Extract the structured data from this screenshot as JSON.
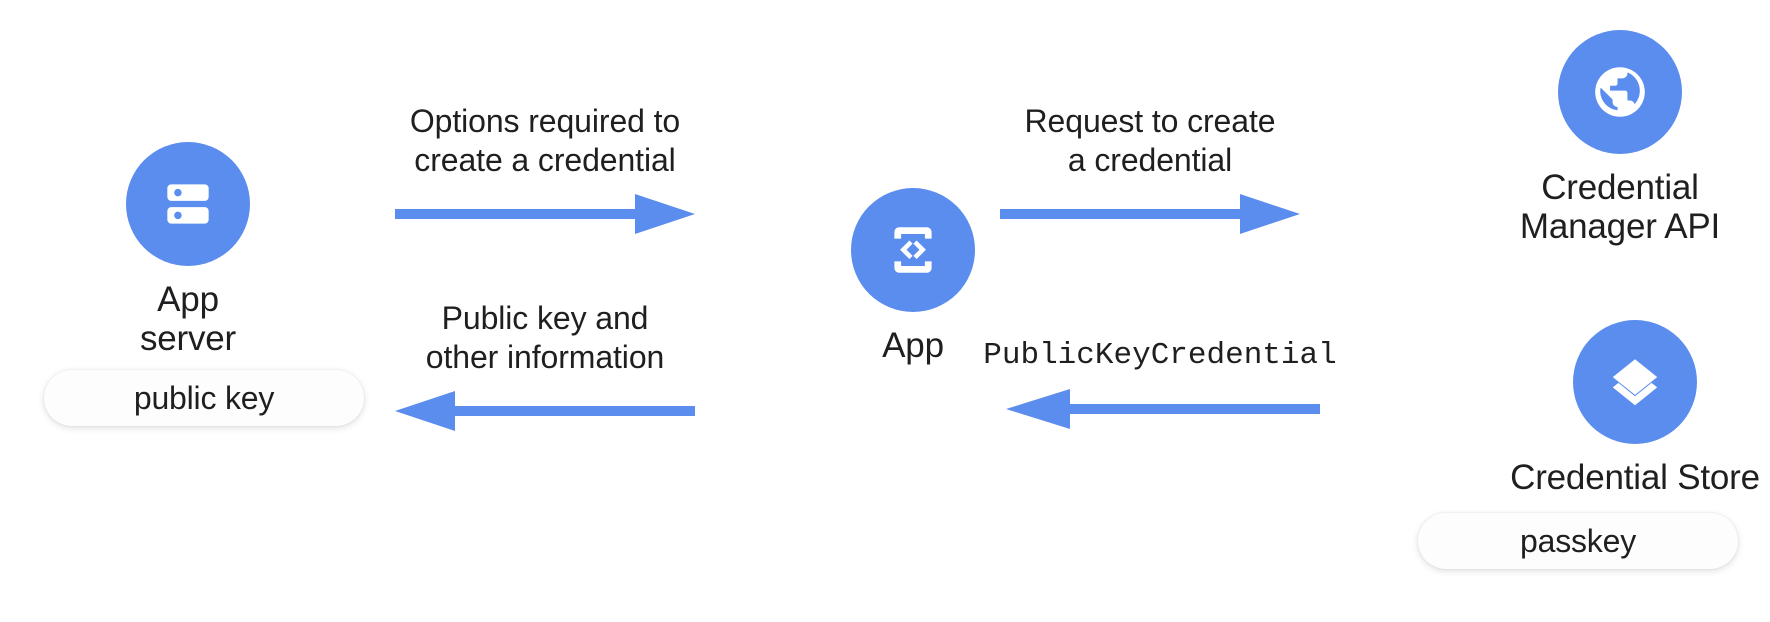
{
  "diagram": {
    "title": "Passkey creation flow: App server, App, Credential Manager API, Credential Store",
    "background": "#ffffff",
    "accent_color": "#5b8def",
    "text_color": "#1f1f21",
    "chip_color": "#fdfdfd"
  },
  "nodes": [
    {
      "id": "app-server",
      "label": "App server",
      "icon": "server-icon",
      "chip": {
        "label": "public key",
        "name": "public-key-chip"
      }
    },
    {
      "id": "app",
      "label": "App",
      "icon": "mobile-code-icon",
      "chip": null
    },
    {
      "id": "credential-manager-api",
      "label": "Credential\nManager API",
      "icon": "globe-icon",
      "chip": null
    },
    {
      "id": "credential-store",
      "label": "Credential Store",
      "icon": "layers-icon",
      "chip": {
        "label": "passkey",
        "name": "passkey-chip"
      }
    }
  ],
  "flows": [
    {
      "id": "options-required",
      "label": "Options required to\ncreate a credential",
      "direction": "right",
      "from": "app-server",
      "to": "app",
      "mono": false
    },
    {
      "id": "public-key-and-other-information",
      "label": "Public key and\nother information",
      "direction": "left",
      "from": "app",
      "to": "app-server",
      "mono": false
    },
    {
      "id": "request-to-create",
      "label": "Request to create\na credential",
      "direction": "right",
      "from": "app",
      "to": "credential-manager-api",
      "mono": false
    },
    {
      "id": "publickeycredential",
      "label": "PublicKeyCredential",
      "direction": "left",
      "from": "credential-store",
      "to": "app",
      "mono": true
    }
  ]
}
